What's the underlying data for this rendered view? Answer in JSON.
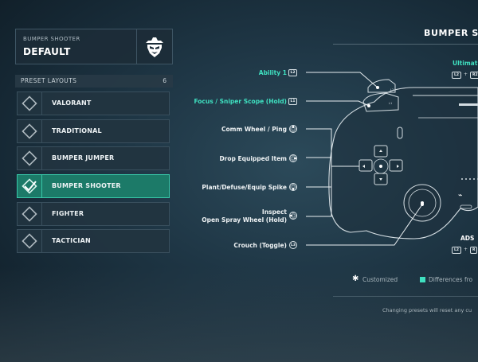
{
  "header": {
    "subtitle": "BUMPER SHOOTER",
    "title": "DEFAULT",
    "emblem_icon": "agent-hat-emblem-icon"
  },
  "presets": {
    "label": "PRESET LAYOUTS",
    "count": "6",
    "items": [
      {
        "label": "VALORANT",
        "selected": false
      },
      {
        "label": "TRADITIONAL",
        "selected": false
      },
      {
        "label": "BUMPER JUMPER",
        "selected": false
      },
      {
        "label": "BUMPER SHOOTER",
        "selected": true
      },
      {
        "label": "FIGHTER",
        "selected": false
      },
      {
        "label": "TACTICIAN",
        "selected": false
      }
    ]
  },
  "screen_title": "BUMPER SHO",
  "bindings_left": [
    {
      "label": "Ability 1",
      "glyph": "L2",
      "highlight": true
    },
    {
      "label": "Focus / Sniper Scope (Hold)",
      "glyph": "L1",
      "highlight": true
    },
    {
      "label": "Comm Wheel / Ping",
      "glyph": "dpad-up-icon",
      "highlight": false
    },
    {
      "label": "Drop Equipped Item",
      "glyph": "dpad-right-icon",
      "highlight": false
    },
    {
      "label": "Plant/Defuse/Equip Spike",
      "glyph": "dpad-down-icon",
      "highlight": false
    },
    {
      "label_line1": "Inspect",
      "label_line2": "Open Spray Wheel (Hold)",
      "glyph": "dpad-left-icon",
      "highlight": false
    },
    {
      "label": "Crouch (Toggle)",
      "glyph": "L3",
      "highlight": false
    }
  ],
  "bindings_right": {
    "ultimate": {
      "label": "Ultimat",
      "combo": [
        "L2",
        "+",
        "R2"
      ]
    },
    "ads": {
      "label": "ADS",
      "combo": [
        "L2",
        "+",
        "R"
      ]
    }
  },
  "legend": {
    "customized": "Customized",
    "differences": "Differences fro"
  },
  "footnote": "Changing presets will reset any cu",
  "colors": {
    "accent": "#3fe0c0",
    "selected_bg": "#1c7a68",
    "panel_bg": "#22343f"
  }
}
